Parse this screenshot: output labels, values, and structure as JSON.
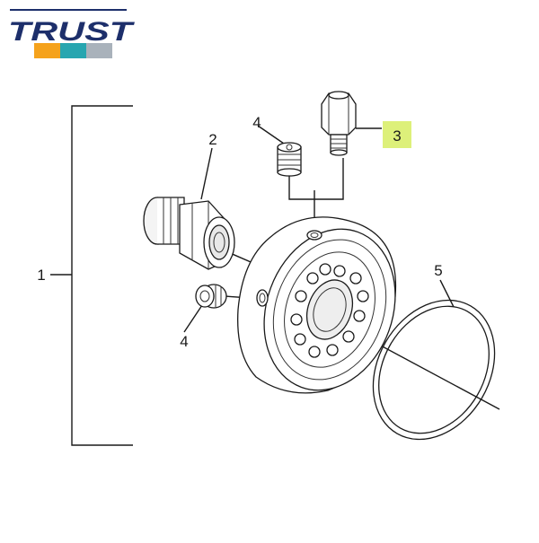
{
  "brand": {
    "name": "TRUST",
    "colors": {
      "navy": "#1d2f6b",
      "orange": "#f5a21c",
      "teal": "#27a6b0",
      "slate": "#a9b2bb"
    }
  },
  "callouts": {
    "assembly": "1",
    "sandwich_block_adapter": "2",
    "sensor_adapter": "3",
    "plug_upper": "4",
    "plug_lower": "4",
    "o_ring": "5"
  },
  "highlight_color": "#ddf07a",
  "highlighted_callout": "sensor_adapter"
}
